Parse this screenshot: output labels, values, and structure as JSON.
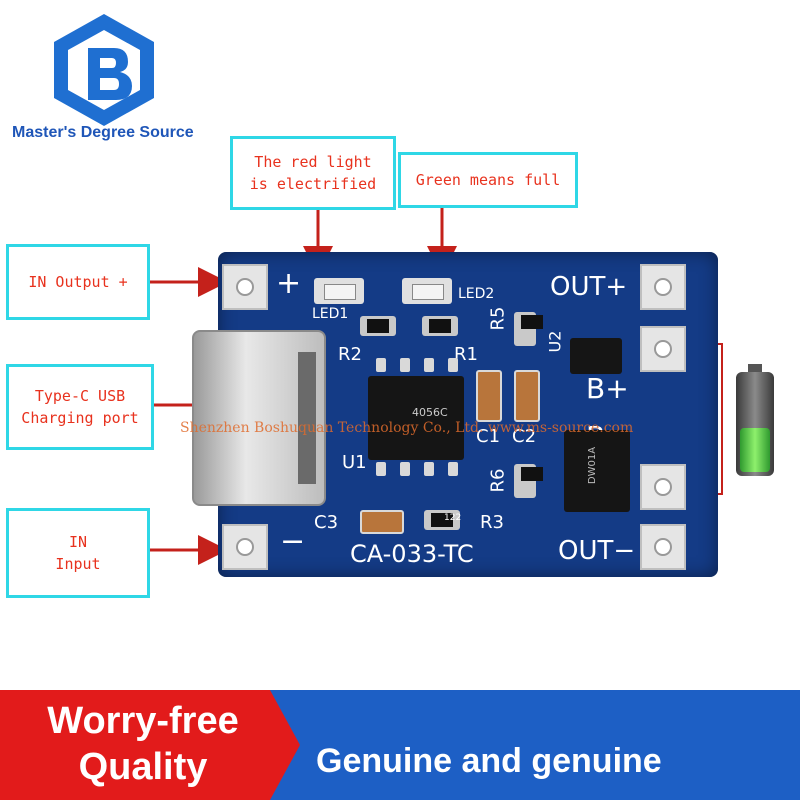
{
  "brand": {
    "name": "Master's Degree Source",
    "logo_letter": "B"
  },
  "callouts": {
    "red_light": "The red light\nis electrified",
    "green": "Green means full",
    "in_output": "IN  Output +",
    "type_c": "Type-C USB\nCharging port",
    "in_input": "IN\nInput"
  },
  "board": {
    "model": "CA-033-TC",
    "plus": "+",
    "minus": "−",
    "out_plus": "OUT+",
    "out_minus": "OUT−",
    "b_plus": "B+",
    "b_minus": "B−",
    "led1": "LED1",
    "led2": "LED2",
    "r1": "R1",
    "r2": "R2",
    "r3": "R3",
    "r5": "R5",
    "r6": "R6",
    "c1": "C1",
    "c2": "C2",
    "c3": "C3",
    "u1": "U1",
    "u2": "U2",
    "chip_u1": "4056C",
    "chip_u2": "DW01A",
    "smd_code": "122"
  },
  "watermark": "Shenzhen Boshuquan Technology Co., Ltd.  www.ms-source.com",
  "banner": {
    "left": "Worry-free\nQuality",
    "right": "Genuine and genuine",
    "colors": {
      "left_bg": "#e21b1b",
      "right_bg": "#1d5fc5"
    }
  }
}
